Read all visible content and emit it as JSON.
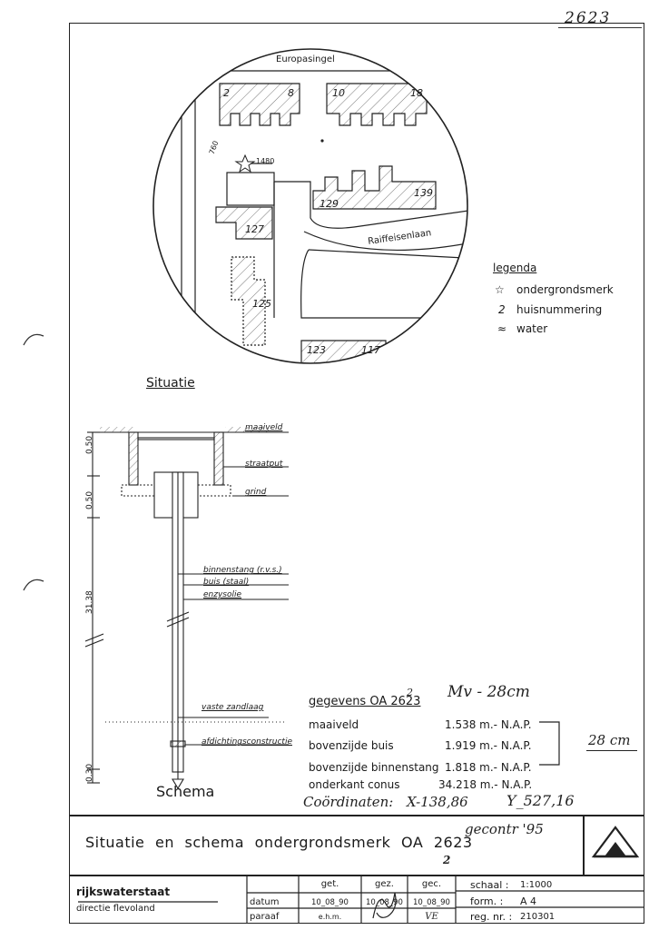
{
  "sheet_number": "2623",
  "map": {
    "street_top": "Europasingel",
    "street_right": "Raiffeisenlaan",
    "house_numbers": [
      "2",
      "8",
      "10",
      "18",
      "129",
      "139",
      "127",
      "125",
      "123",
      "117"
    ],
    "marker_labels": [
      "760",
      "1480"
    ]
  },
  "legend": {
    "title": "legenda",
    "items": [
      {
        "symbol": "☆",
        "label": "ondergrondsmerk"
      },
      {
        "symbol": "2",
        "label": "huisnummering"
      },
      {
        "symbol": "≈",
        "label": "water"
      }
    ]
  },
  "situatie_label": "Situatie",
  "schema": {
    "title": "Schema",
    "dims": [
      "0.50",
      "0.50",
      "31.38",
      "0.30"
    ],
    "labels": {
      "maaiveld": "maaiveld",
      "straatput": "straatput",
      "grind": "grind",
      "binnenstang": "binnenstang (r.v.s.)",
      "buis": "buis (staal)",
      "enzysolie": "enzysolie",
      "vaste_zandlaag": "vaste zandlaag",
      "afdichting": "afdichtingsconstructie"
    }
  },
  "gegevens": {
    "title": "gegevens OA 2623",
    "rows": [
      {
        "label": "maaiveld",
        "value": "1.538 m.- N.A.P."
      },
      {
        "label": "bovenzijde buis",
        "value": "1.919 m.- N.A.P."
      },
      {
        "label": "bovenzijde binnenstang",
        "value": "1.818 m.- N.A.P."
      },
      {
        "label": "onderkant conus",
        "value": "34.218 m.- N.A.P."
      }
    ]
  },
  "handwritten": {
    "mv": "Mv - 28cm",
    "cm28": "28 cm",
    "coords_label": "Coördinaten:",
    "x": "X-138,86",
    "y": "Y_527,16",
    "gecontr": "gecontr '95",
    "small_2": "2",
    "small_2b": "2"
  },
  "title_block": {
    "main_title": "Situatie en schema ondergrondsmerk OA 2623",
    "org": "rijkswaterstaat",
    "dept": "directie flevoland",
    "row_labels": [
      "datum",
      "paraaf"
    ],
    "col_headers": [
      "get.",
      "gez.",
      "gec."
    ],
    "dates": [
      "10_08_90",
      "10_08_90",
      "10_08_90"
    ],
    "paraafs": [
      "e.h.m.",
      "",
      "VE"
    ],
    "schaal_label": "schaal :",
    "schaal_value": "1:1000",
    "form_label": "form. :",
    "form_value": "A 4",
    "reg_label": "reg. nr. :",
    "reg_value": "210301"
  }
}
